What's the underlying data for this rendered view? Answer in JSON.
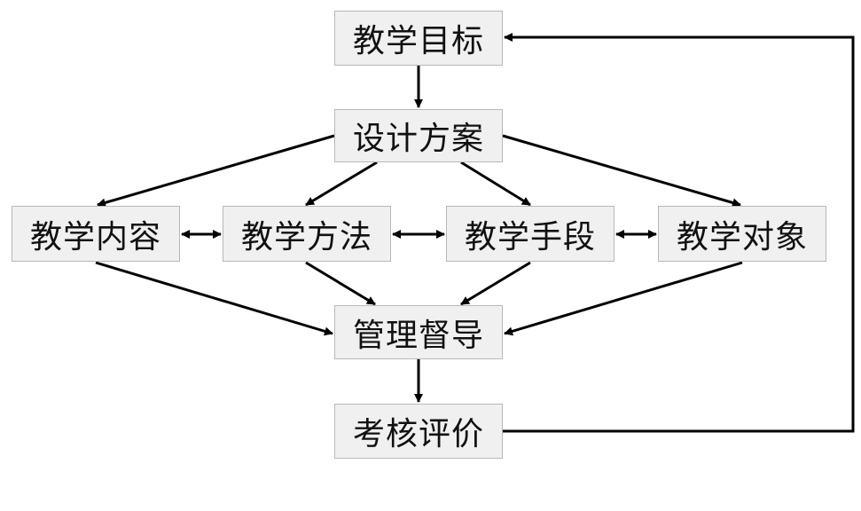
{
  "diagram": {
    "nodes": {
      "goal": "教学目标",
      "design": "设计方案",
      "content": "教学内容",
      "method": "教学方法",
      "means": "教学手段",
      "object": "教学对象",
      "manage": "管理督导",
      "eval": "考核评价"
    },
    "edges": [
      {
        "from": "goal",
        "to": "design",
        "type": "one-way"
      },
      {
        "from": "design",
        "to": "content",
        "type": "one-way"
      },
      {
        "from": "design",
        "to": "method",
        "type": "one-way"
      },
      {
        "from": "design",
        "to": "means",
        "type": "one-way"
      },
      {
        "from": "design",
        "to": "object",
        "type": "one-way"
      },
      {
        "from": "content",
        "to": "method",
        "type": "two-way"
      },
      {
        "from": "method",
        "to": "means",
        "type": "two-way"
      },
      {
        "from": "means",
        "to": "object",
        "type": "two-way"
      },
      {
        "from": "content",
        "to": "manage",
        "type": "one-way"
      },
      {
        "from": "method",
        "to": "manage",
        "type": "one-way"
      },
      {
        "from": "means",
        "to": "manage",
        "type": "one-way"
      },
      {
        "from": "object",
        "to": "manage",
        "type": "one-way"
      },
      {
        "from": "manage",
        "to": "eval",
        "type": "one-way"
      },
      {
        "from": "eval",
        "to": "goal",
        "type": "feedback-loop"
      }
    ],
    "colors": {
      "box_fill": "#f0f0f0",
      "box_border": "#b8b8b8",
      "arrow": "#000000",
      "text": "#111111"
    }
  }
}
